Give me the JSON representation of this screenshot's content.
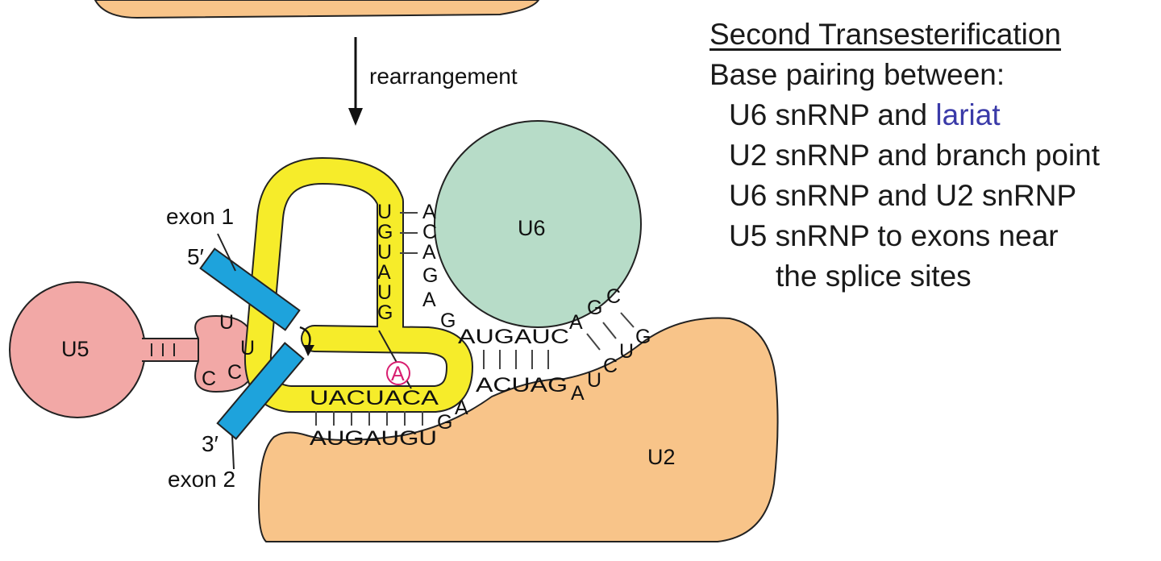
{
  "step_label": "rearrangement",
  "labels": {
    "u5": "U5",
    "u6": "U6",
    "u2": "U2",
    "exon1": "exon 1",
    "exon2": "exon 2",
    "five_prime": "5′",
    "three_prime": "3′"
  },
  "sequences": {
    "lariat_vertical": [
      "U",
      "G",
      "U",
      "A",
      "U",
      "G"
    ],
    "u6_vertical": [
      "A",
      "C",
      "A",
      "G",
      "A"
    ],
    "u6_bottom_g": "G",
    "u6_bottom": "AUGAUC",
    "u6_loop": [
      "A",
      "G",
      "C"
    ],
    "u2_diag": [
      "G",
      "U",
      "C",
      "U",
      "A"
    ],
    "u2_mid": "ACUAG",
    "lariat_bottom": "UACUACA",
    "branch_a": "A",
    "u2_left": "AUGAUGU",
    "u2_ga": [
      "G",
      "A"
    ],
    "u5_loop": [
      "U",
      "U",
      "C",
      "C"
    ]
  },
  "legend": {
    "title": "Second Transesterification",
    "intro": "Base pairing between:",
    "line1_prefix": "U6 snRNP and ",
    "line1_highlight": "lariat",
    "line2": "U2 snRNP and branch point",
    "line3": "U6 snRNP and U2 snRNP",
    "line4": "U5 snRNP to exons near",
    "line5": "the splice sites"
  },
  "colors": {
    "u5": "#f2a8a6",
    "u6": "#b7dcc8",
    "u2": "#f8c489",
    "lariat": "#f6ec2a",
    "exon": "#1ea3dc",
    "branch_a": "#d81e70",
    "highlight": "#3a3aa8"
  }
}
